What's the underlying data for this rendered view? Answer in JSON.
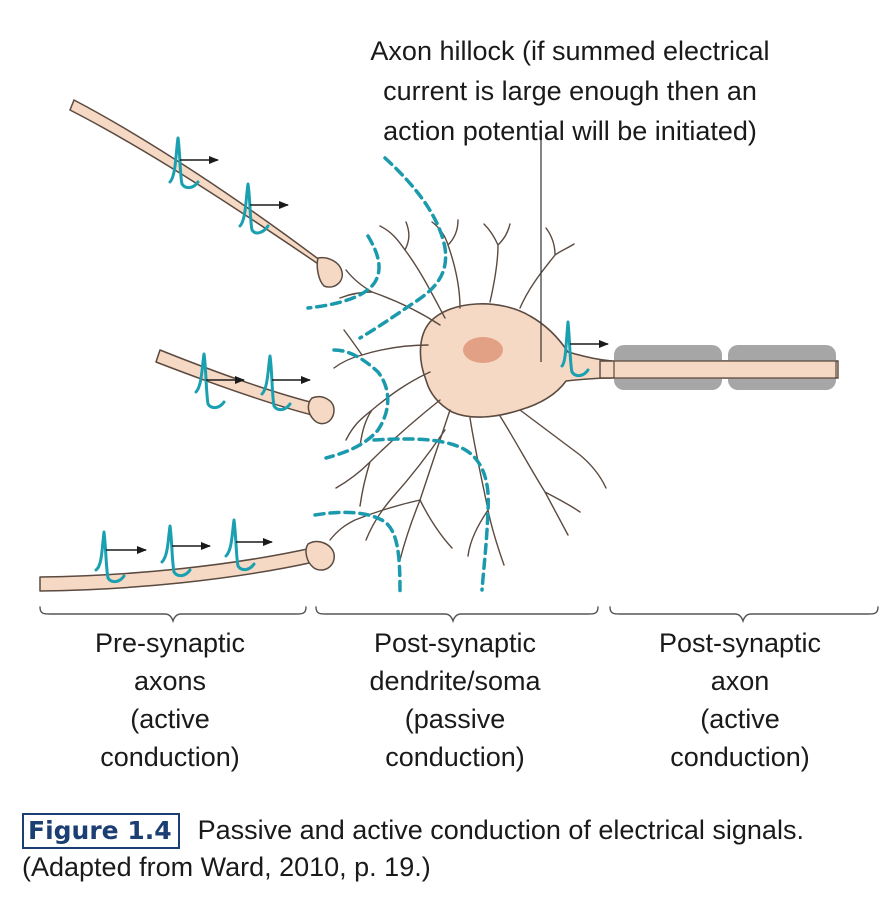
{
  "annotation": {
    "line1": "Axon hillock (if summed electrical",
    "line2": "current is large enough then an",
    "line3": "action potential will be initiated)"
  },
  "sections": [
    {
      "lines": [
        "Pre-synaptic",
        "axons",
        "(active",
        "conduction)"
      ]
    },
    {
      "lines": [
        "Post-synaptic",
        "dendrite/soma",
        "(passive",
        "conduction)"
      ]
    },
    {
      "lines": [
        "Post-synaptic",
        "axon",
        "(active",
        "conduction)"
      ]
    }
  ],
  "caption": {
    "label": "Figure 1.4",
    "text": "Passive and active conduction of electrical signals. (Adapted from Ward, 2010, p. 19.)"
  },
  "colors": {
    "neuron_fill": "#f6d9c4",
    "neuron_outline": "#5a4a40",
    "nucleus": "#e2a185",
    "myelin": "#a6a6a6",
    "signal": "#1aa0b0",
    "boundary": "#1a9aac"
  }
}
